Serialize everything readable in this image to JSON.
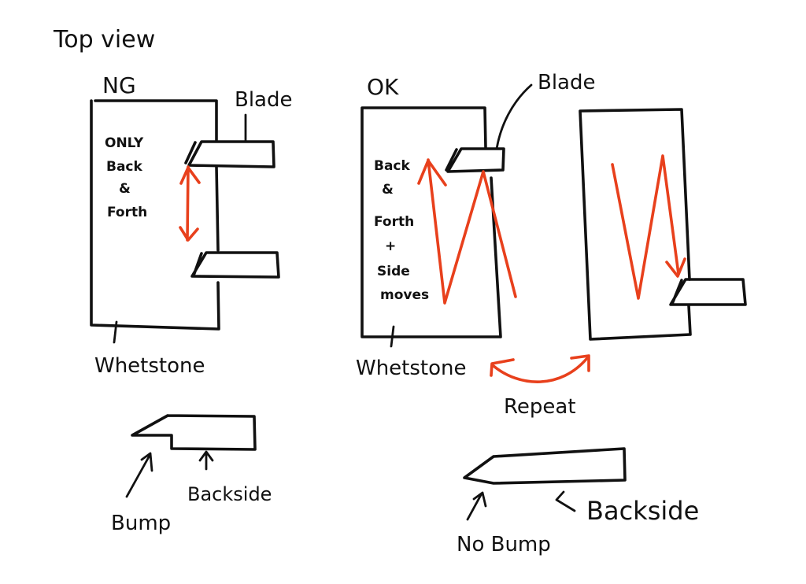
{
  "colors": {
    "ink": "#111111",
    "accent": "#e8401c",
    "background": "#ffffff"
  },
  "title": "Top view",
  "ng_panel": {
    "heading": "NG",
    "blade_label": "Blade",
    "note_lines": [
      "ONLY",
      "Back",
      "&",
      "Forth"
    ],
    "stone_label": "Whetstone",
    "motion": "double-headed vertical arrow"
  },
  "ok_panel": {
    "heading": "OK",
    "blade_label": "Blade",
    "note_lines": [
      "Back",
      "&",
      "Forth",
      "+",
      "Side",
      "moves"
    ],
    "stone_label": "Whetstone",
    "repeat_label": "Repeat"
  },
  "bottom_left": {
    "bump_label": "Bump",
    "backside_label": "Backside"
  },
  "bottom_right": {
    "no_bump_label": "No Bump",
    "backside_label": "Backside"
  }
}
